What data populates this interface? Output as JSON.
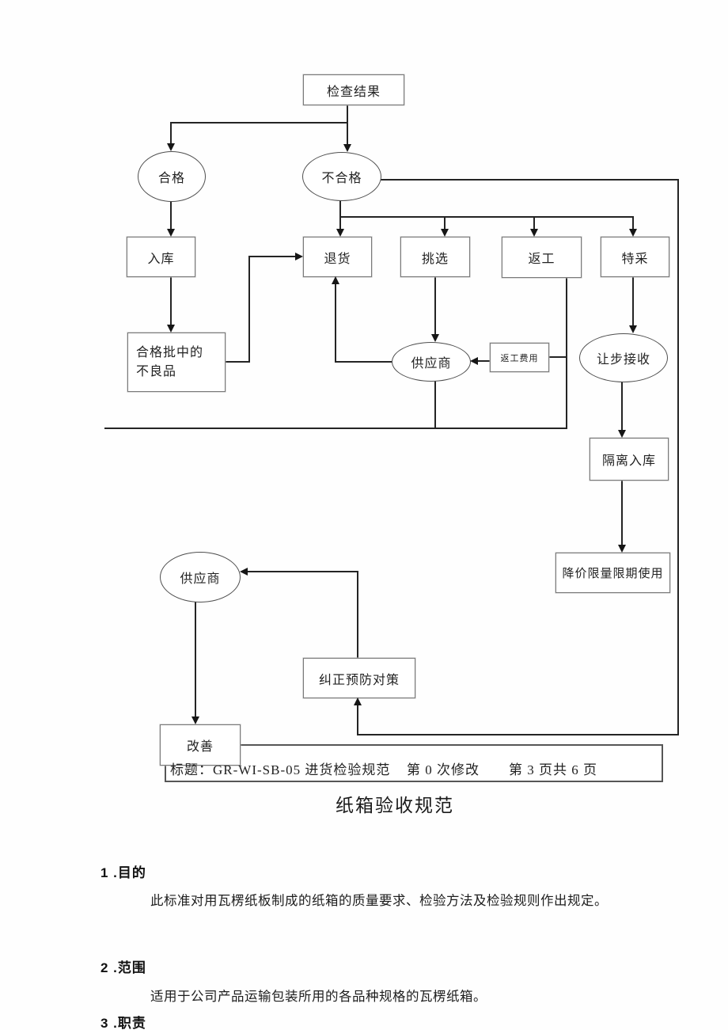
{
  "flowchart": {
    "nodes": {
      "check_result": "检查结果",
      "qualified": "合格",
      "unqualified": "不合格",
      "warehouse_in": "入库",
      "return_goods": "退货",
      "sorting": "挑选",
      "rework": "返工",
      "special_acceptance": "特采",
      "defective_line1": "合格批中的",
      "defective_line2": "不良品",
      "supplier_upper": "供应商",
      "rework_fee": "返工费用",
      "concession_acceptance": "让步接收",
      "isolation_warehouse": "隔离入库",
      "discount_limited_use": "降价限量限期使用",
      "supplier_lower": "供应商",
      "corrective_action": "纠正预防对策",
      "improvement": "改善"
    },
    "footer": {
      "title_label": "标题：GR-WI-SB-05 进货检验规范",
      "revision_label": "第 0 次修改",
      "page_label": "第 3 页共 6 页"
    }
  },
  "document": {
    "title": "纸箱验收规范",
    "sections": [
      {
        "heading": "1 .目的",
        "body": "此标准对用瓦楞纸板制成的纸箱的质量要求、检验方法及检验规则作出规定。"
      },
      {
        "heading": "2 .范围",
        "body": "适用于公司产品运输包装所用的各品种规格的瓦楞纸箱。"
      },
      {
        "heading": "3 .职责",
        "body": ""
      }
    ]
  },
  "colors": {
    "line": "#242424",
    "box_border": "#7a7a7a",
    "background": "#fefefe"
  }
}
